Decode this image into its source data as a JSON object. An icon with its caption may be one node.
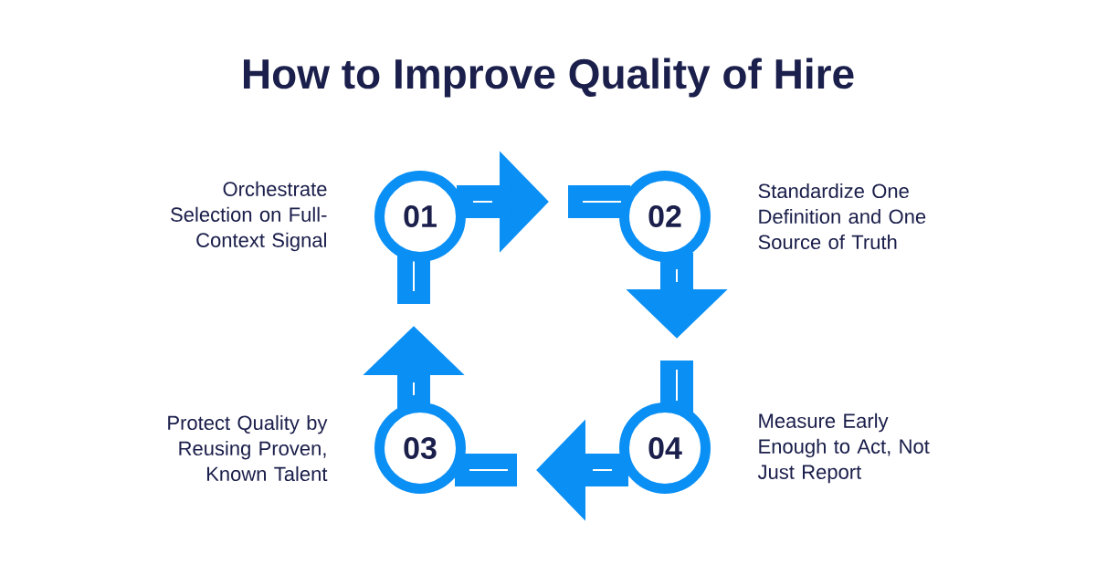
{
  "diagram": {
    "title": "How to Improve Quality of Hire",
    "nodes": [
      {
        "text": [
          "01"
        ],
        "beside": [
          "Orchestrate Selection on Full-Context Signal"
        ]
      },
      {
        "text": [
          "02"
        ],
        "beside": [
          "Standardize One Definition and One Source of Truth"
        ]
      },
      {
        "text": [
          "03"
        ],
        "beside": [
          "Protect Quality by Reusing Proven, Known Talent"
        ]
      },
      {
        "text": [
          "04"
        ],
        "beside": [
          "Measure Early Enough to Act, Not Just Report"
        ]
      }
    ],
    "edges": [
      {
        "from": 0,
        "to": 1,
        "arrow": "to"
      },
      {
        "from": 1,
        "to": 3,
        "arrow": "to"
      },
      {
        "from": 3,
        "to": 2,
        "arrow": "to"
      },
      {
        "from": 2,
        "to": 0,
        "arrow": "to"
      }
    ]
  }
}
